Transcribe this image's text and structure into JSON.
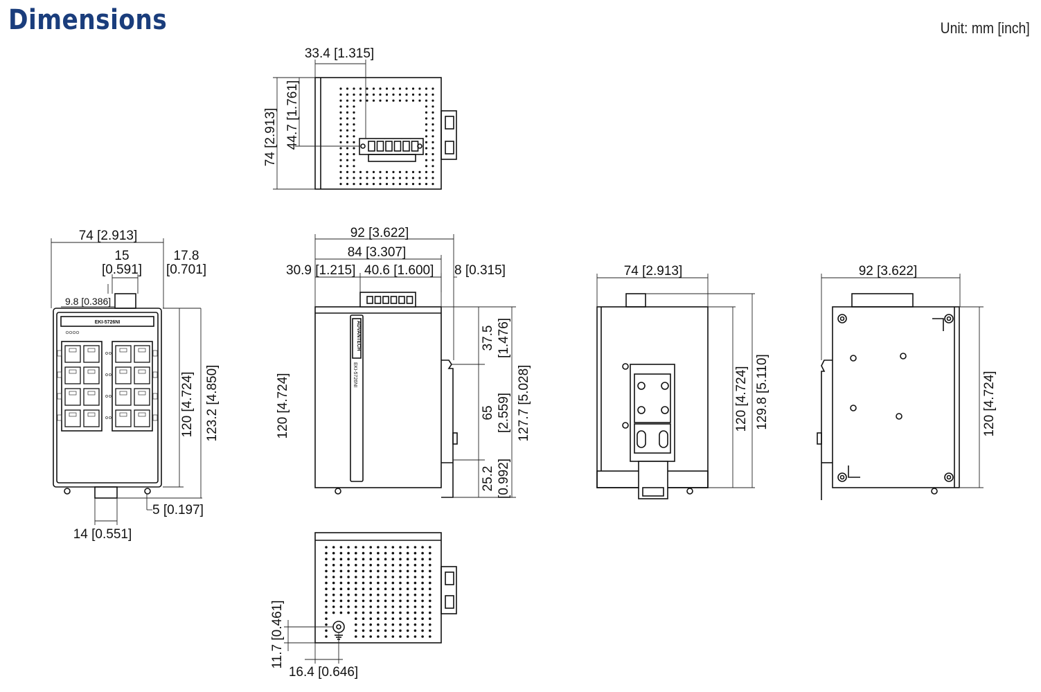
{
  "header": {
    "title": "Dimensions",
    "unit": "Unit: mm [inch]"
  },
  "labels": {
    "top_width": "33.4 [1.315]",
    "top_h_outer": "74 [2.913]",
    "top_h_inner": "44.7 [1.761]",
    "front_width": "74 [2.913]",
    "front_15": "15",
    "front_15_in": "[0.591]",
    "front_178": "17.8",
    "front_178_in": "[0.701]",
    "front_98": "9.8 [0.386]",
    "front_h1": "120 [4.724]",
    "front_h2": "123.2 [4.850]",
    "front_5": "5 [0.197]",
    "front_14": "14 [0.551]",
    "front_model": "EKI-5726NI",
    "side_92": "92 [3.622]",
    "side_84": "84 [3.307]",
    "side_309": "30.9 [1.215]",
    "side_406": "40.6 [1.600]",
    "side_8": "8 [0.315]",
    "side_h": "120 [4.724]",
    "side_375": "37.5",
    "side_375_in": "[1.476]",
    "side_65": "65",
    "side_65_in": "[2.559]",
    "side_252": "25.2",
    "side_252_in": "[0.992]",
    "side_1277": "127.7 [5.028]",
    "side_brand": "ADVANTECH",
    "side_model": "EKI-5726NI",
    "rear_74": "74 [2.913]",
    "rear_120": "120 [4.724]",
    "rear_1298": "129.8 [5.110]",
    "back_92": "92 [3.622]",
    "back_120": "120 [4.724]",
    "bottom_117": "11.7 [0.461]",
    "bottom_164": "16.4 [0.646]"
  }
}
